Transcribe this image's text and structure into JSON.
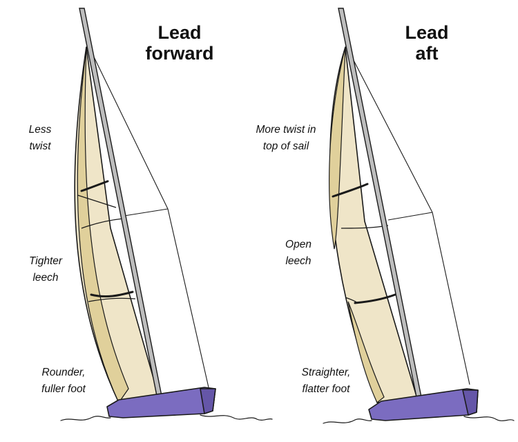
{
  "colors": {
    "sail_fill": "#efe5c8",
    "sail_shade": "#e0d09b",
    "mast_fill": "#bdbdbd",
    "hull_fill": "#7b6cc0",
    "hull_shade": "#6556a8",
    "ink": "#111111"
  },
  "panels": [
    {
      "title_line1": "Lead",
      "title_line2": "forward",
      "note_top_line1": "Less",
      "note_top_line2": "twist",
      "note_mid_line1": "Tighter",
      "note_mid_line2": "leech",
      "note_bottom_line1": "Rounder,",
      "note_bottom_line2": "fuller foot"
    },
    {
      "title_line1": "Lead",
      "title_line2": "aft",
      "note_top_line1": "More twist in",
      "note_top_line2": "top of sail",
      "note_mid_line1": "Open",
      "note_mid_line2": "leech",
      "note_bottom_line1": "Straighter,",
      "note_bottom_line2": "flatter foot"
    }
  ]
}
